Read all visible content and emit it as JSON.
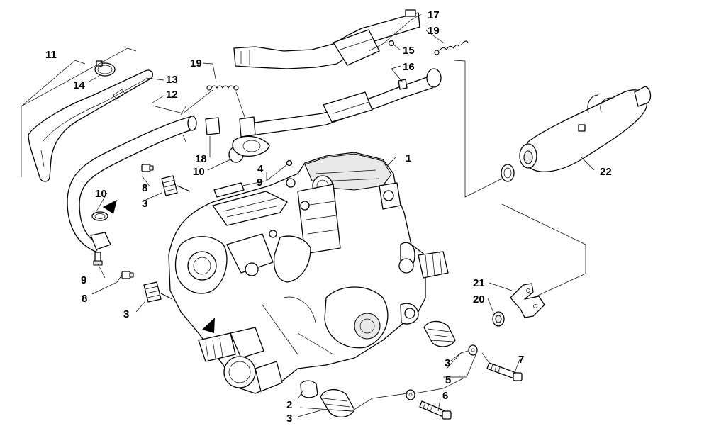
{
  "callouts": [
    {
      "id": "c1",
      "text": "1"
    },
    {
      "id": "c2",
      "text": "2"
    },
    {
      "id": "c3a",
      "text": "3"
    },
    {
      "id": "c3b",
      "text": "3"
    },
    {
      "id": "c3c",
      "text": "3"
    },
    {
      "id": "c3d",
      "text": "3"
    },
    {
      "id": "c4",
      "text": "4"
    },
    {
      "id": "c5",
      "text": "5"
    },
    {
      "id": "c6",
      "text": "6"
    },
    {
      "id": "c7",
      "text": "7"
    },
    {
      "id": "c8a",
      "text": "8"
    },
    {
      "id": "c8b",
      "text": "8"
    },
    {
      "id": "c9a",
      "text": "9"
    },
    {
      "id": "c9b",
      "text": "9"
    },
    {
      "id": "c10a",
      "text": "10"
    },
    {
      "id": "c10b",
      "text": "10"
    },
    {
      "id": "c11",
      "text": "11"
    },
    {
      "id": "c12",
      "text": "12"
    },
    {
      "id": "c13",
      "text": "13"
    },
    {
      "id": "c14",
      "text": "14"
    },
    {
      "id": "c15",
      "text": "15"
    },
    {
      "id": "c16",
      "text": "16"
    },
    {
      "id": "c17",
      "text": "17"
    },
    {
      "id": "c18",
      "text": "18"
    },
    {
      "id": "c19a",
      "text": "19"
    },
    {
      "id": "c19b",
      "text": "19"
    },
    {
      "id": "c20",
      "text": "20"
    },
    {
      "id": "c21",
      "text": "21"
    },
    {
      "id": "c22",
      "text": "22"
    }
  ]
}
